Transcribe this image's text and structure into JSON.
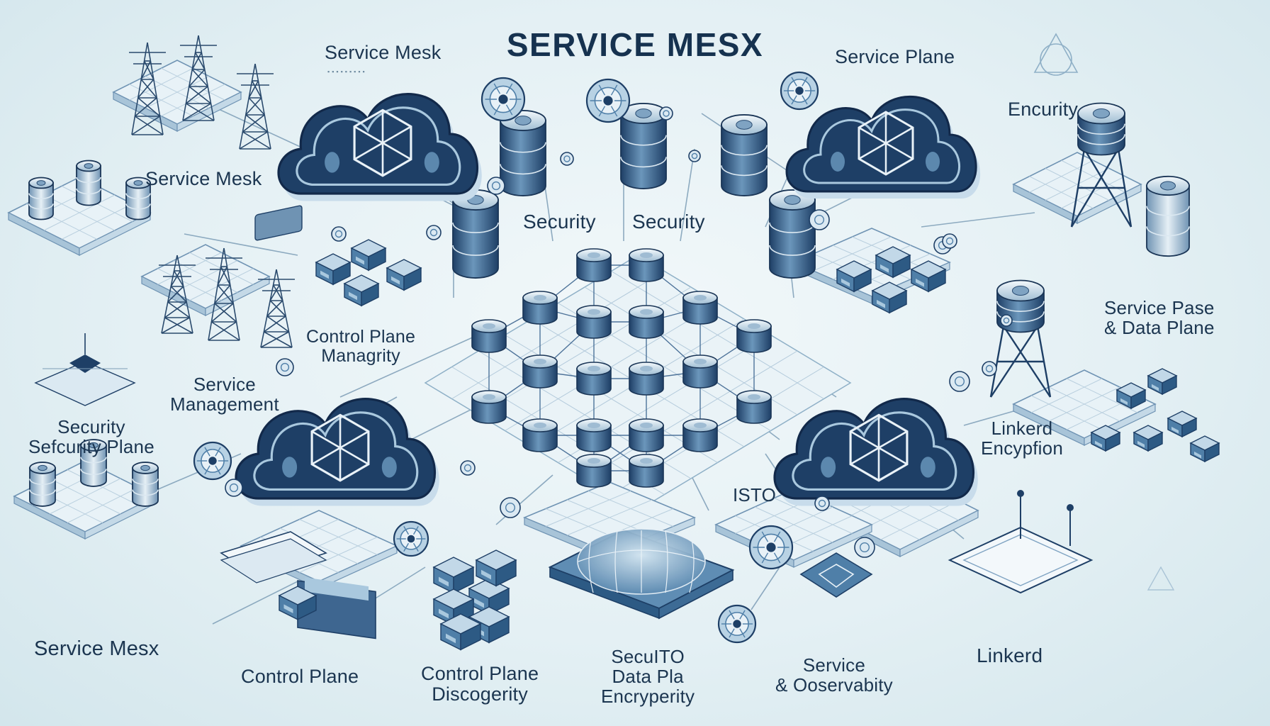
{
  "title": "SERVICE MESX",
  "labels": {
    "top_left": "Service Mesk",
    "left_upper": "Service Mesk",
    "security_a": "Security",
    "security_b": "Security",
    "service_plane": "Service Plane",
    "encurity": "Encurity",
    "control_plane_manag_1": "Control Plane",
    "control_plane_manag_2": "Managrity",
    "service_management_1": "Service",
    "service_management_2": "Management",
    "security_plane_1": "Security",
    "security_plane_2": "Sefcurity Plane",
    "service_pase_1": "Service Pase",
    "service_pase_2": "& Data Plane",
    "linkerd_encyption_1": "Linkerd",
    "linkerd_encyption_2": "Encypfion",
    "isto": "ISTO",
    "bottom_left": "Service Mesx",
    "control_plane": "Control Plane",
    "control_plane_disc_1": "Control Plane",
    "control_plane_disc_2": "Discogerity",
    "secuito_1": "SecuITO",
    "secuito_2": "Data Pla",
    "secuito_3": "Encryperity",
    "service_obs_1": "Service",
    "service_obs_2": "& Ooservabity",
    "linkerd": "Linkerd"
  },
  "colors": {
    "navy": "#1e3f66",
    "mid_blue": "#4f7fa8",
    "light_blue": "#a9c8de",
    "line": "#7d9db6"
  }
}
